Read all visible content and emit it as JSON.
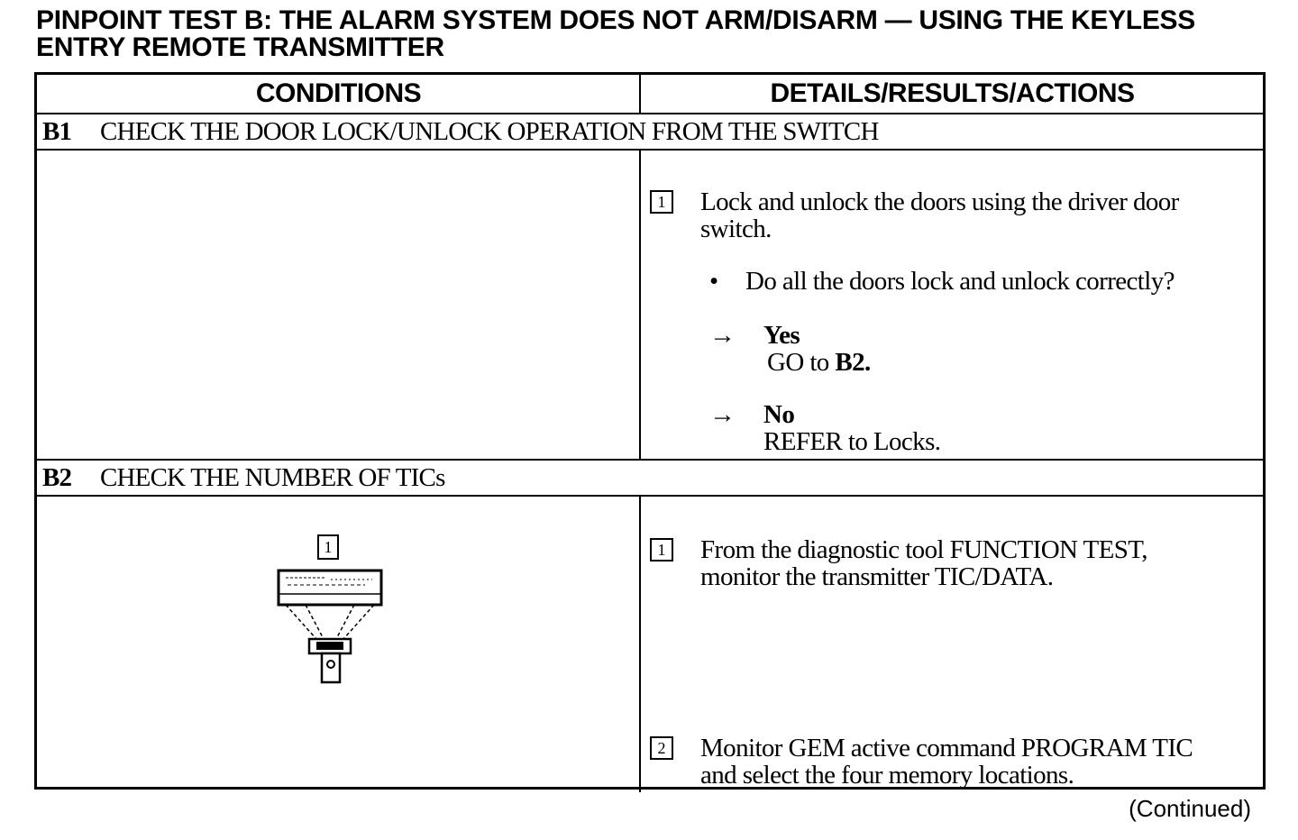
{
  "title": {
    "line1": "PINPOINT TEST B:  THE ALARM SYSTEM DOES NOT ARM/DISARM — USING THE KEYLESS",
    "line2": "ENTRY REMOTE TRANSMITTER"
  },
  "table": {
    "col_conditions": "CONDITIONS",
    "col_details": "DETAILS/RESULTS/ACTIONS"
  },
  "b1": {
    "id": "B1",
    "heading": "CHECK THE DOOR LOCK/UNLOCK OPERATION FROM THE SWITCH",
    "step1_num": "1",
    "step1_line1": "Lock and unlock the doors using the driver door",
    "step1_line2": "switch.",
    "question_bullet": "•",
    "question": "Do all the doors lock and unlock correctly?",
    "arrow": "→",
    "yes_label": "Yes",
    "yes_go": "GO to",
    "yes_target": "B2.",
    "no_label": "No",
    "no_action": "REFER to  Locks."
  },
  "b2": {
    "id": "B2",
    "heading": "CHECK THE NUMBER OF TICs",
    "illustration_label": "1",
    "step1_num": "1",
    "step1_line1": "From the diagnostic tool FUNCTION TEST,",
    "step1_line2": "monitor the transmitter TIC/DATA.",
    "step2_num": "2",
    "step2_line1": "Monitor GEM active command PROGRAM TIC",
    "step2_line2": "and select the four memory locations."
  },
  "footer": {
    "continued": "(Continued)"
  }
}
